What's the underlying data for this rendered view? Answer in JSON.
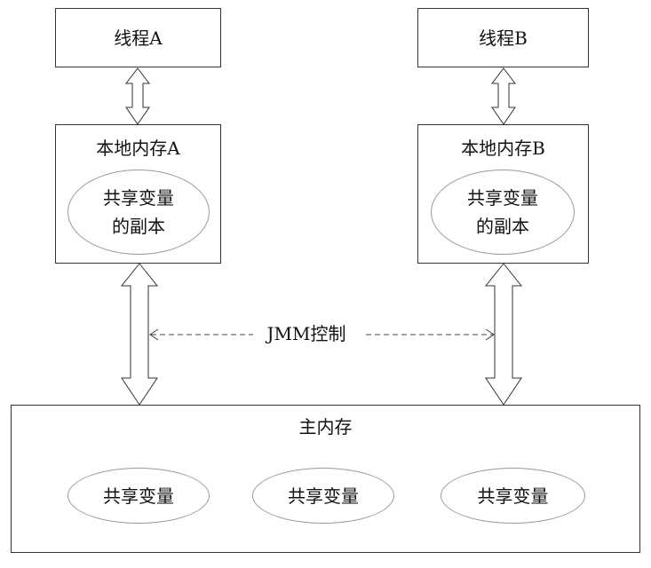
{
  "thread_a": {
    "label": "线程A"
  },
  "thread_b": {
    "label": "线程B"
  },
  "local_memory_a": {
    "label": "本地内存A",
    "copy_line1": "共享变量",
    "copy_line2": "的副本"
  },
  "local_memory_b": {
    "label": "本地内存B",
    "copy_line1": "共享变量",
    "copy_line2": "的副本"
  },
  "jmm_label": "JMM控制",
  "main_memory": {
    "label": "主内存",
    "shared_vars": [
      "共享变量",
      "共享变量",
      "共享变量"
    ]
  },
  "colors": {
    "line": "#333333",
    "ellipse_border": "#9a9a9a",
    "dashed": "#444444"
  }
}
